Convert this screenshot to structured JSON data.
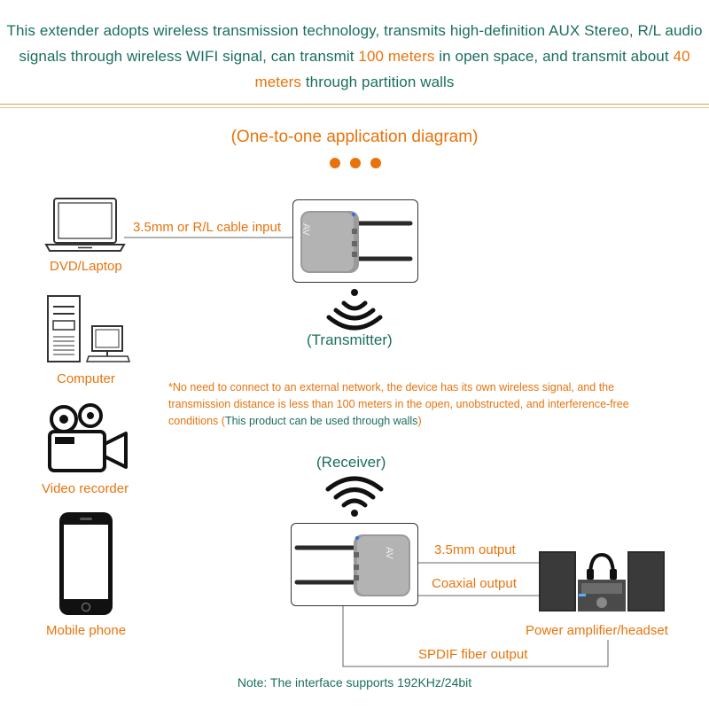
{
  "intro": {
    "part1": "This extender adopts wireless transmission technology, transmits high-definition AUX Stereo, R/L audio signals through wireless WIFI signal, can transmit ",
    "hl1": "100 meters",
    "part2": " in open space, and transmit about ",
    "hl2": "40 meters",
    "part3": " through partition walls"
  },
  "diagram_title": "(One-to-one application diagram)",
  "sources": [
    {
      "label": "DVD/Laptop",
      "icon": "laptop-icon"
    },
    {
      "label": "Computer",
      "icon": "desktop-computer-icon"
    },
    {
      "label": "Video recorder",
      "icon": "video-camera-icon"
    },
    {
      "label": "Mobile phone",
      "icon": "mobile-phone-icon"
    }
  ],
  "transmitter": {
    "input_label": "3.5mm or R/L cable input",
    "label": "(Transmitter)",
    "brand_text": "AV"
  },
  "note": {
    "prefix": "*No need to connect to an external network, the device has its own wireless signal, and the transmission distance is less than 100 meters in the open, unobstructed, and interference-free conditions (",
    "highlight": "This product can be used through walls",
    "suffix": ")"
  },
  "receiver": {
    "label": "(Receiver)",
    "brand_text": "AV",
    "outputs": [
      "3.5mm output",
      "Coaxial output"
    ],
    "fiber_output": "SPDIF fiber output"
  },
  "destination": {
    "label": "Power amplifier/headset",
    "icon": "stereo-system-icon"
  },
  "bottom_note": "Note: The interface supports 192KHz/24bit",
  "colors": {
    "orange": "#e8730c",
    "green": "#1a6e5f"
  }
}
